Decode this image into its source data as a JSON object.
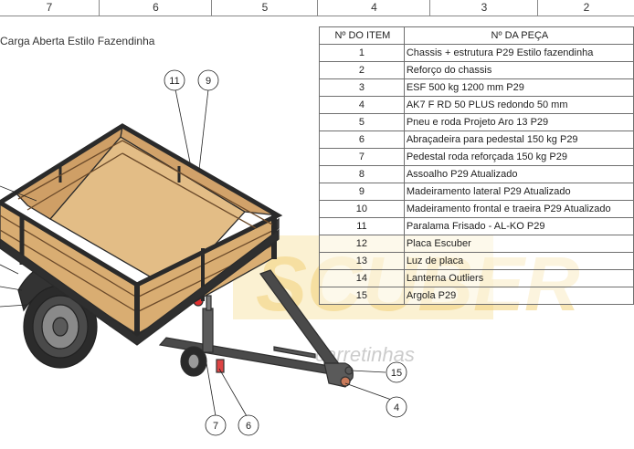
{
  "ruler": {
    "zones": [
      "7",
      "6",
      "5",
      "4",
      "3",
      "2"
    ]
  },
  "title": "Carga Aberta Estilo Fazendinha",
  "bom": {
    "headers": {
      "item": "Nº DO ITEM",
      "part": "Nº DA PEÇA"
    },
    "rows": [
      {
        "item": "1",
        "part": "Chassis + estrutura P29 Estilo fazendinha"
      },
      {
        "item": "2",
        "part": "Reforço do chassis"
      },
      {
        "item": "3",
        "part": "ESF 500 kg 1200 mm P29"
      },
      {
        "item": "4",
        "part": "AK7 F RD 50 PLUS redondo 50 mm"
      },
      {
        "item": "5",
        "part": "Pneu e roda Projeto Aro 13 P29"
      },
      {
        "item": "6",
        "part": "Abraçadeira para pedestal 150 kg P29"
      },
      {
        "item": "7",
        "part": "Pedestal roda reforçada 150 kg P29"
      },
      {
        "item": "8",
        "part": "Assoalho P29 Atualizado"
      },
      {
        "item": "9",
        "part": "Madeiramento lateral P29 Atualizado"
      },
      {
        "item": "10",
        "part": "Madeiramento frontal e traeira P29 Atualizado"
      },
      {
        "item": "11",
        "part": "Paralama Frisado - AL-KO P29"
      },
      {
        "item": "12",
        "part": "Placa Escuber"
      },
      {
        "item": "13",
        "part": "Luz de placa"
      },
      {
        "item": "14",
        "part": "Lanterna Outliers"
      },
      {
        "item": "15",
        "part": "Argola P29"
      }
    ]
  },
  "watermark": {
    "brand": "SCUBER",
    "tagline": "carretinhas"
  },
  "balloons": [
    "11",
    "9",
    "15",
    "4",
    "7",
    "6"
  ],
  "colors": {
    "wood": "#e0b57a",
    "wood_dark": "#c9955a",
    "frame": "#3a3a3a",
    "watermark": "#f3d27a"
  }
}
